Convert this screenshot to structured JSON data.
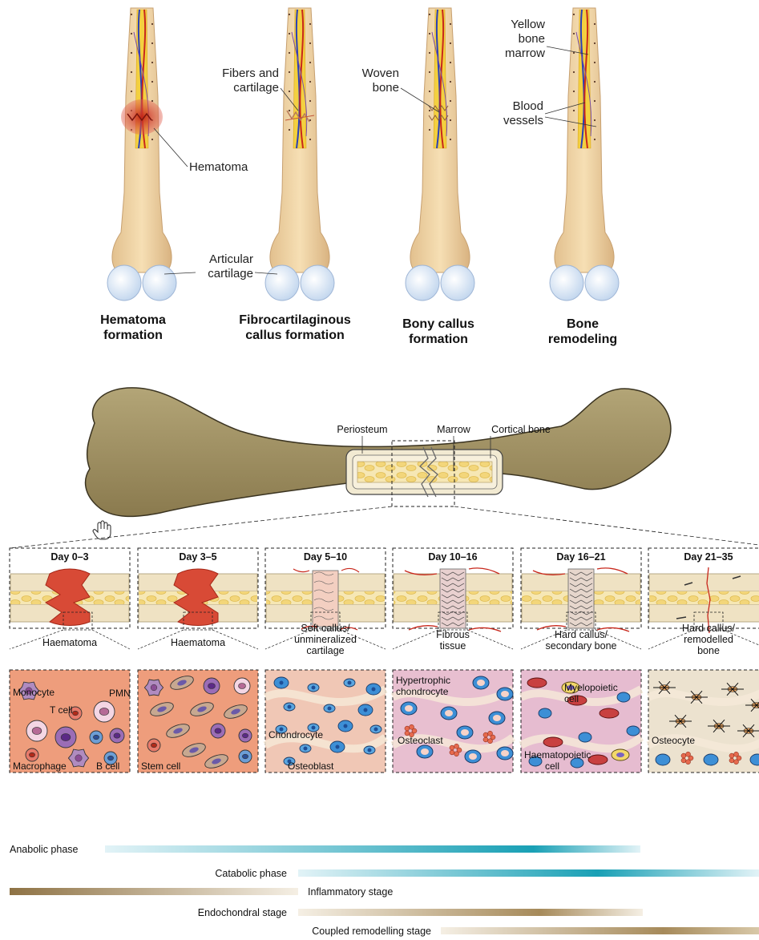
{
  "top": {
    "stages": [
      {
        "line1": "Hematoma",
        "line2": "formation"
      },
      {
        "line1": "Fibrocartilaginous",
        "line2": "callus formation"
      },
      {
        "line1": "Bony callus",
        "line2": "formation"
      },
      {
        "line1": "Bone",
        "line2": "remodeling"
      }
    ],
    "labels": {
      "fibers1": "Fibers and",
      "fibers2": "cartilage",
      "hematoma": "Hematoma",
      "articular1": "Articular",
      "articular2": "cartilage",
      "woven1": "Woven",
      "woven2": "bone",
      "yellow1": "Yellow",
      "yellow2": "bone",
      "yellow3": "marrow",
      "blood1": "Blood",
      "blood2": "vessels"
    }
  },
  "femur": {
    "periosteum": "Periosteum",
    "marrow": "Marrow",
    "cortical": "Cortical bone"
  },
  "panels": [
    {
      "day": "Day 0–3",
      "title1": "Haematoma",
      "title2": "",
      "title3": ""
    },
    {
      "day": "Day 3–5",
      "title1": "Haematoma",
      "title2": "",
      "title3": ""
    },
    {
      "day": "Day 5–10",
      "title1": "Soft callus/",
      "title2": "unmineralized",
      "title3": "cartilage"
    },
    {
      "day": "Day 10–16",
      "title1": "Fibrous",
      "title2": "tissue",
      "title3": ""
    },
    {
      "day": "Day 16–21",
      "title1": "Hard callus/",
      "title2": "secondary bone",
      "title3": ""
    },
    {
      "day": "Day 21–35",
      "title1": "Hard callus/",
      "title2": "remodelled",
      "title3": "bone"
    }
  ],
  "cells": {
    "monocyte": "Monocyte",
    "pmn": "PMN",
    "tcell": "T cell",
    "macrophage": "Macrophage",
    "bcell": "B cell",
    "stemcell": "Stem cell",
    "chondrocyte": "Chondrocyte",
    "osteoblast": "Osteoblast",
    "hypertrophic1": "Hypertrophic",
    "hypertrophic2": "chondrocyte",
    "osteoclast": "Osteoclast",
    "myelo1": "Myelopoietic",
    "myelo2": "cell",
    "haemato1": "Haematopoietic",
    "haemato2": "cell",
    "osteocyte": "Osteocyte"
  },
  "phases": {
    "anabolic": "Anabolic phase",
    "catabolic": "Catabolic phase",
    "inflammatory": "Inflammatory stage",
    "endochondral": "Endochondral stage",
    "coupled": "Coupled remodelling stage"
  },
  "colors": {
    "bone": "#f0d9a8",
    "boneDark": "#d8b98a",
    "femur": "#9a8a5e",
    "blood": "#d9442e",
    "cartilage": "#dfe8f5",
    "haematomaBg": "#f1a585",
    "cyanBar": "#1ba3b8",
    "brownBar": "#a08558"
  }
}
